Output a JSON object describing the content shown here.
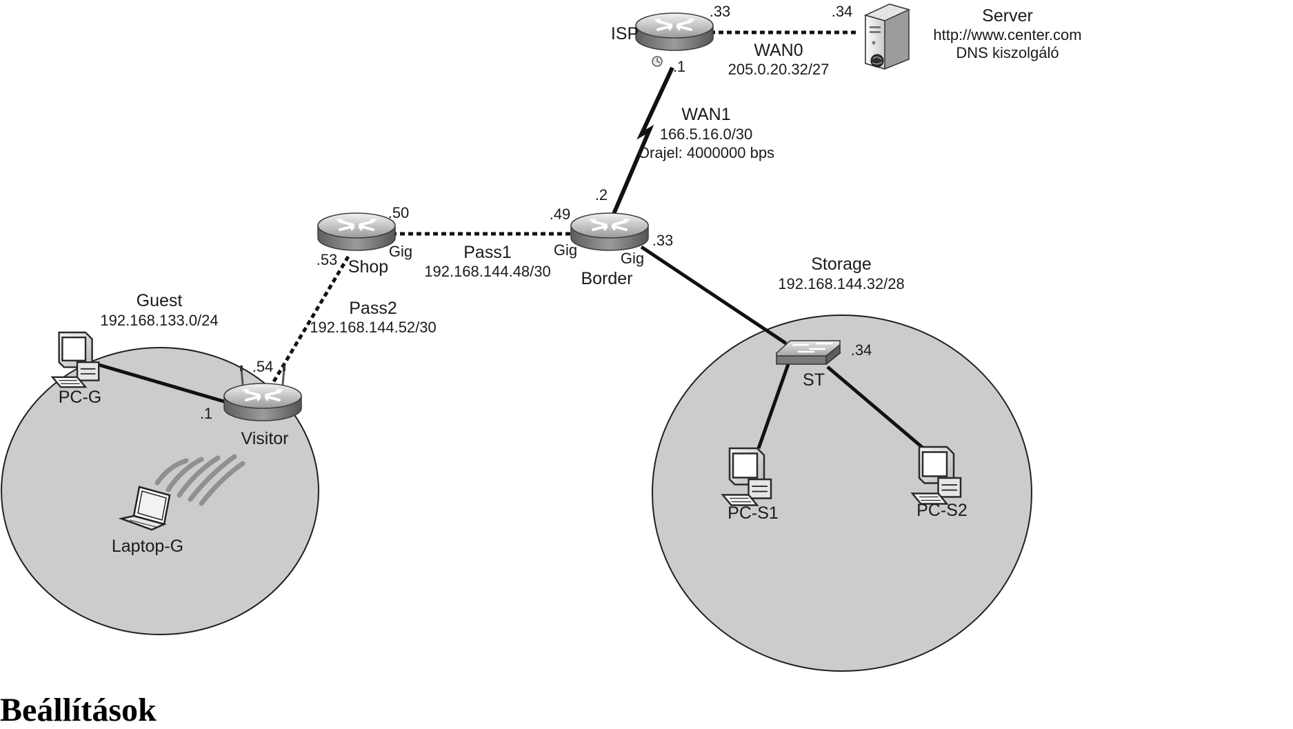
{
  "heading": "Beállítások",
  "areas": {
    "guest": {
      "name": "Guest",
      "network": "192.168.133.0/24"
    },
    "storage": {
      "name": "Storage",
      "network": "192.168.144.32/28"
    }
  },
  "devices": {
    "isp": {
      "name": "ISP"
    },
    "server": {
      "name": "Server",
      "url": "http://www.center.com",
      "role": "DNS kiszolgáló"
    },
    "shop": {
      "name": "Shop"
    },
    "border": {
      "name": "Border"
    },
    "visitor": {
      "name": "Visitor"
    },
    "pc_g": {
      "name": "PC-G"
    },
    "laptop_g": {
      "name": "Laptop-G"
    },
    "st": {
      "name": "ST"
    },
    "pc_s1": {
      "name": "PC-S1"
    },
    "pc_s2": {
      "name": "PC-S2"
    }
  },
  "links": {
    "wan0": {
      "name": "WAN0",
      "network": "205.0.20.32/27"
    },
    "wan1": {
      "name": "WAN1",
      "network": "166.5.16.0/30",
      "clock": "Órajel: 4000000 bps"
    },
    "pass1": {
      "name": "Pass1",
      "network": "192.168.144.48/30"
    },
    "pass2": {
      "name": "Pass2",
      "network": "192.168.144.52/30"
    }
  },
  "addresses": {
    "isp_wan0": ".33",
    "server": ".34",
    "isp_wan1": ".1",
    "border_wan1": ".2",
    "shop_pass1": ".50",
    "border_pass1": ".49",
    "border_storage": ".33",
    "shop_pass2": ".53",
    "visitor_pass2": ".54",
    "visitor_guest": ".1",
    "st": ".34"
  },
  "interfaces": {
    "shop_gig": "Gig",
    "border_gig_pass1": "Gig",
    "border_gig_storage": "Gig"
  }
}
